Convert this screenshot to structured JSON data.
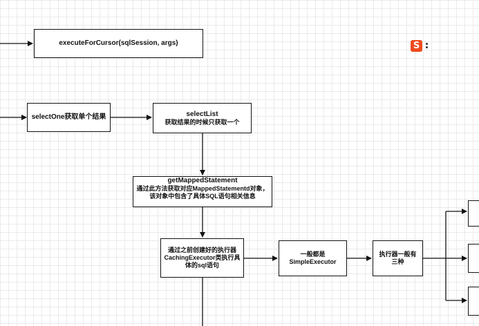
{
  "nodes": {
    "execute_for_cursor": {
      "line1": "executeForCursor(sqlSession, args)"
    },
    "select_one": {
      "line1": "selectOne获取单个结果"
    },
    "select_list": {
      "line1": "selectList",
      "line2": "获取结果的时候只获取一个"
    },
    "get_mapped_statement": {
      "line1": "getMappedStatement",
      "line2": "通过此方法获取对应MappedStatementd对象，该对象中包含了具体SQL语句相关信息"
    },
    "caching_executor": {
      "line1": "通过之前创建好的执行器CachingExecutor类执行具体的sql语句"
    },
    "simple_executor": {
      "line1": "一般都是",
      "line2": "SimpleExecutor"
    },
    "executor_types": {
      "line1": "执行器一般有",
      "line2": "三种"
    }
  },
  "ime": {
    "logo": "S",
    "icon": "sogou-ime-icon"
  },
  "colors": {
    "line": "#111111",
    "grid": "#eaeaea",
    "ime_brand": "#ee4b1f"
  }
}
